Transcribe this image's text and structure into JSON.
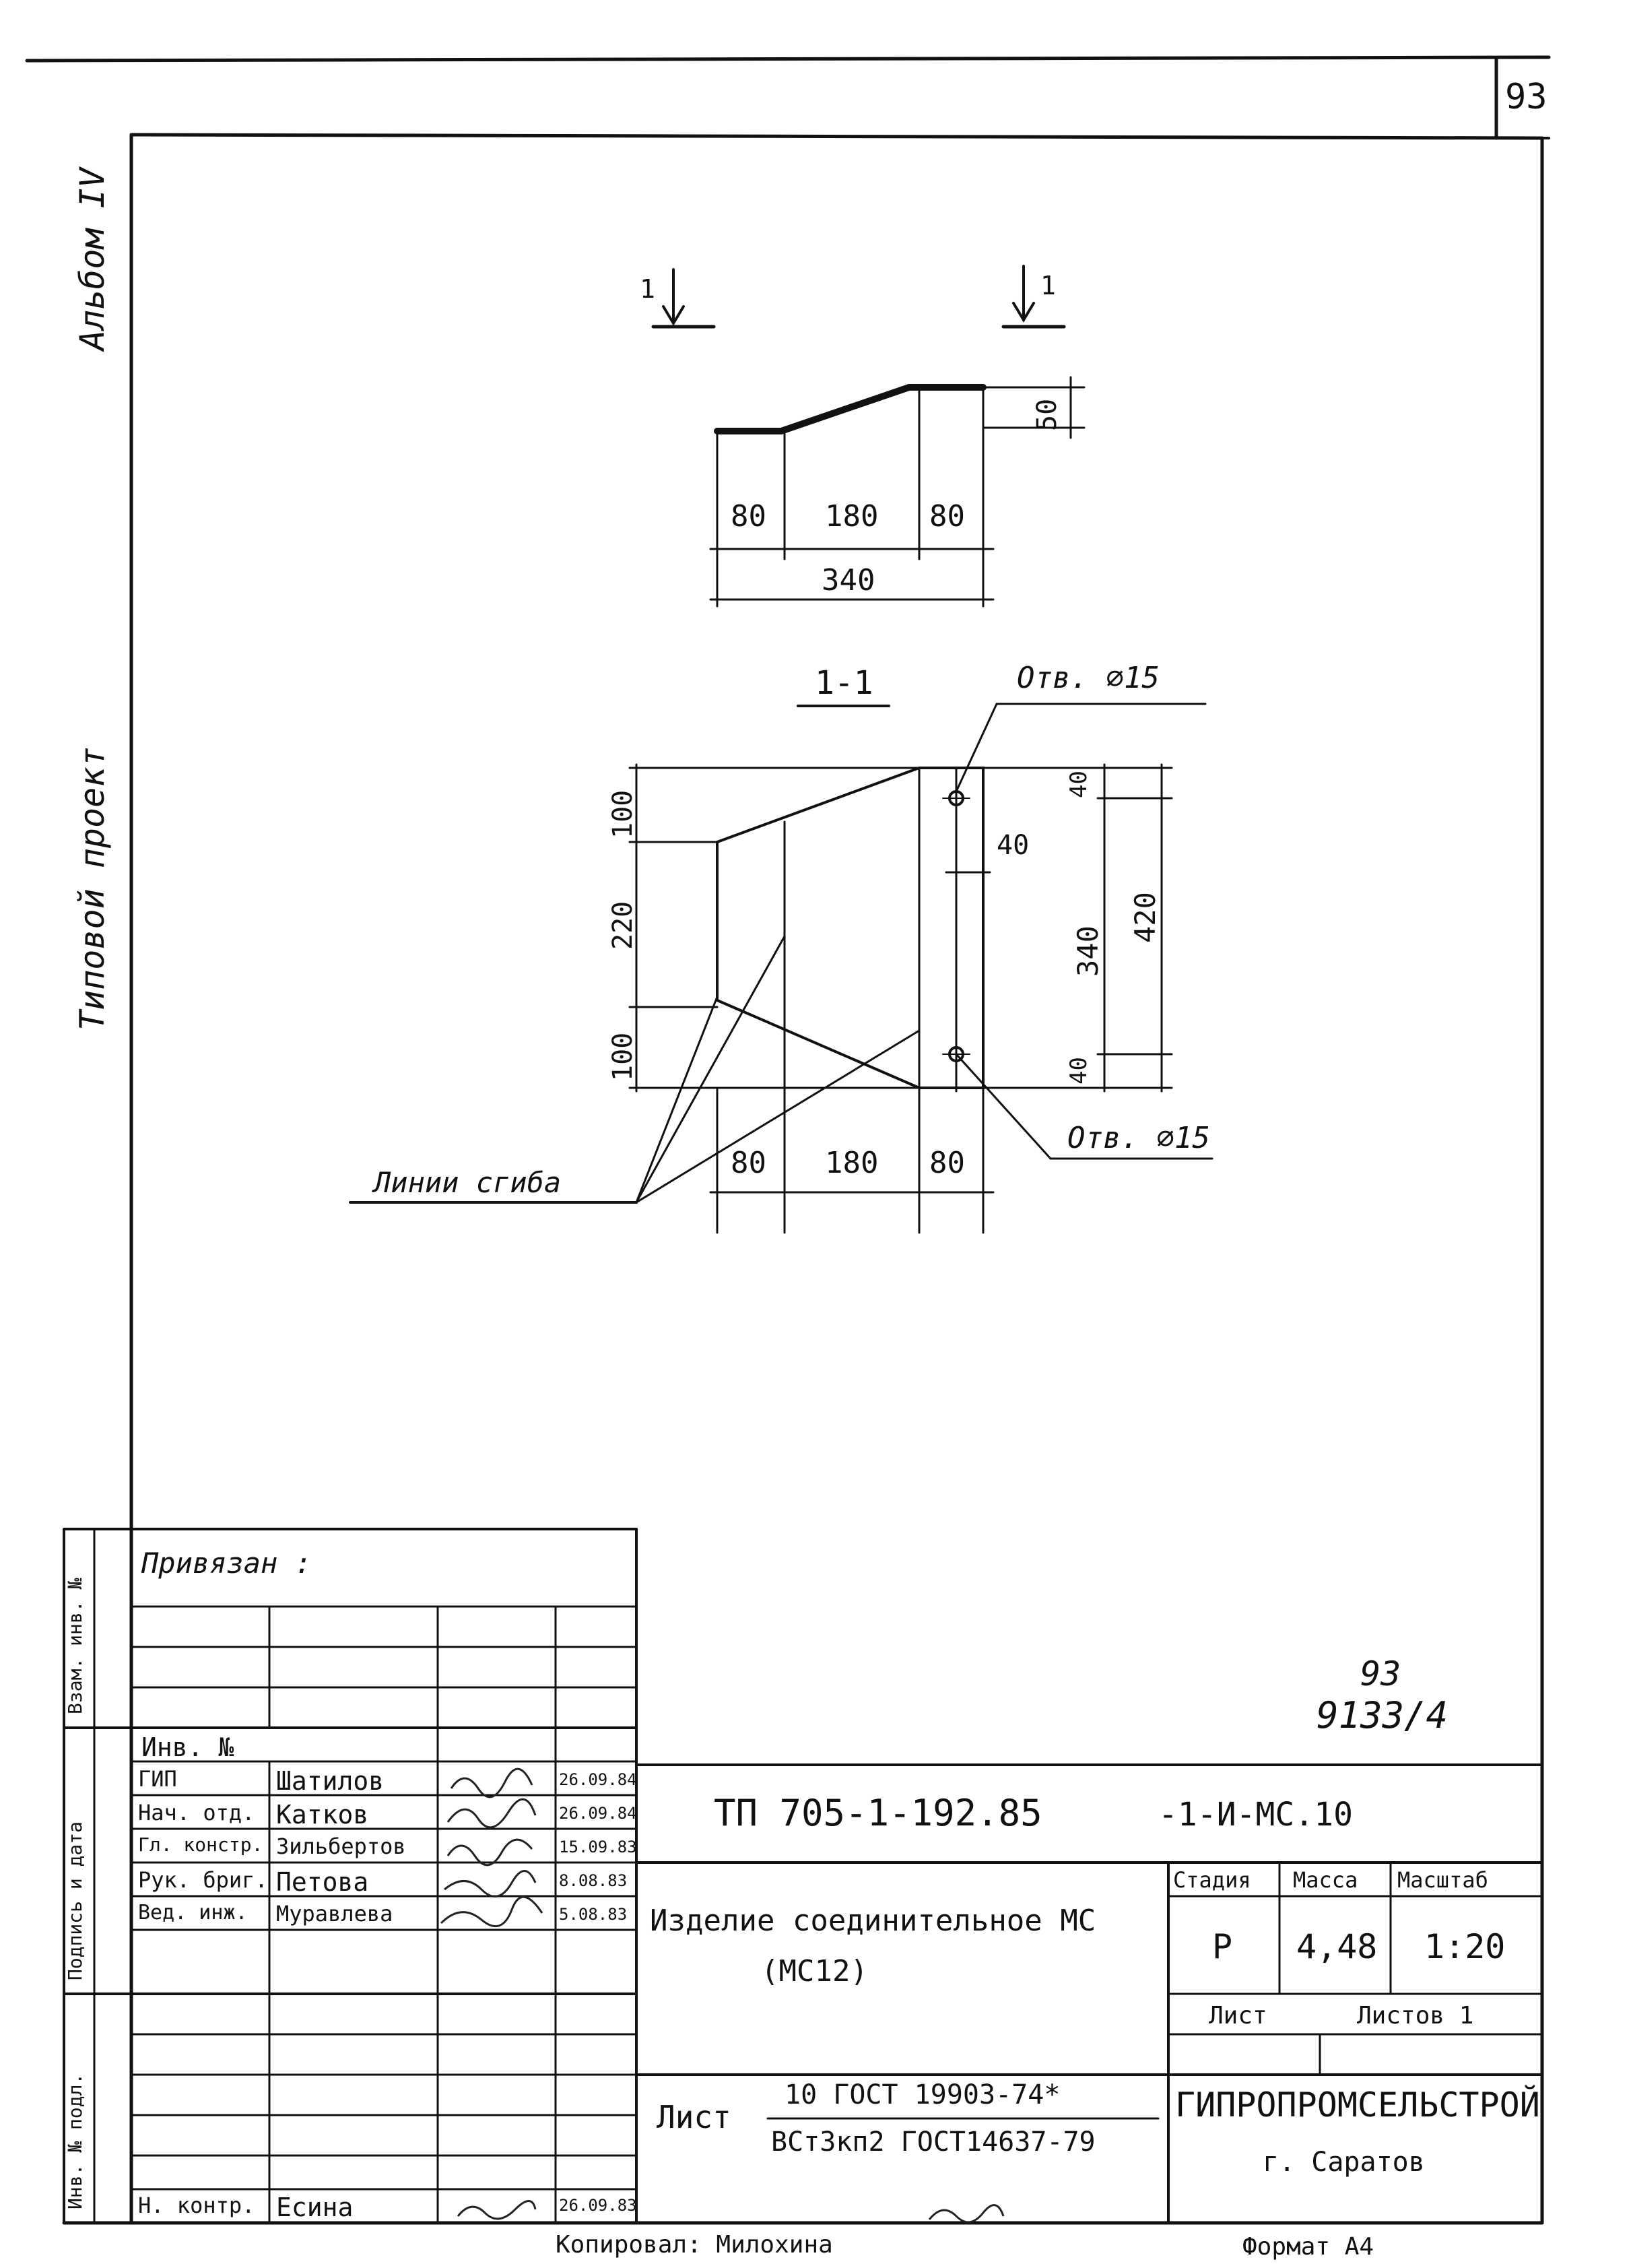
{
  "sheet_number": "93",
  "side_labels": {
    "album": "Альбом IV",
    "project": "Типовой проект"
  },
  "drawing": {
    "section_marks": [
      "1",
      "1"
    ],
    "top_view": {
      "height_dim": "50",
      "dims": [
        "80",
        "180",
        "80"
      ],
      "total": "340"
    },
    "section": {
      "title": "1-1",
      "hole_top": "Отв. ⌀15",
      "hole_bottom": "Отв. ⌀15",
      "left_dims": [
        "100",
        "220",
        "100"
      ],
      "right_dims": [
        "40",
        "40",
        "40"
      ],
      "dim_340": "340",
      "dim_420": "420",
      "bottom_dims": [
        "80",
        "180",
        "80"
      ],
      "bend_lines": "Линии сгиба"
    }
  },
  "title_block": {
    "side_stamps": [
      "Взам. инв. №",
      "Подпись и дата",
      "Инв. № подл."
    ],
    "bound_label": "Привязан :",
    "inv_label": "Инв. №",
    "staff": [
      {
        "role": "ГИП",
        "name": "Шатилов",
        "date": "26.09.84"
      },
      {
        "role": "Нач. отд.",
        "name": "Катков",
        "date": "26.09.84"
      },
      {
        "role": "Гл. констр.",
        "name": "Зильбертов",
        "date": "15.09.83"
      },
      {
        "role": "Рук. бриг.",
        "name": "Петова",
        "date": "8.08.83"
      },
      {
        "role": "Вед. инж.",
        "name": "Муравлева",
        "date": "5.08.83"
      }
    ],
    "norm_control": {
      "role": "Н. контр.",
      "name": "Есина",
      "date": "26.09.83"
    },
    "sheet_ref_top": "93",
    "sheet_ref_bottom": "9133/4",
    "doc_code": "ТП 705-1-192.85",
    "doc_suffix": "-1-И-МС.10",
    "item_title": "Изделие соединительное МС",
    "item_code": "(МС12)",
    "stage_label": "Стадия",
    "mass_label": "Масса",
    "scale_label": "Масштаб",
    "stage": "Р",
    "mass": "4,48",
    "scale": "1:20",
    "sheet_label": "Лист",
    "sheets_label": "Листов 1",
    "material_label": "Лист",
    "material_top": "10 ГОСТ 19903-74*",
    "material_bottom": "ВСт3кп2 ГОСТ14637-79",
    "organization": "ГИПРОПРОМСЕЛЬСТРОЙ",
    "city": "г. Саратов",
    "copied": "Копировал: Милохина",
    "format": "Формат А4"
  }
}
